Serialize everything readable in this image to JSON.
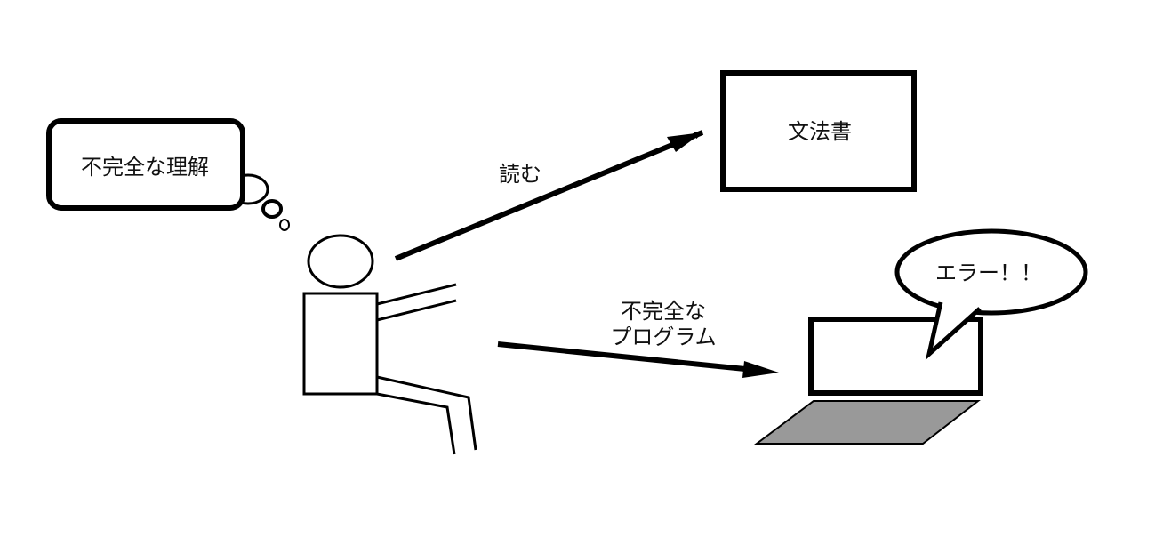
{
  "thought": {
    "text": "不完全な理解"
  },
  "reading": {
    "arrow_label": "読む"
  },
  "book": {
    "title": "文法書"
  },
  "program": {
    "label_line1": "不完全な",
    "label_line2": "プログラム"
  },
  "laptop": {
    "speech": "エラー！！"
  },
  "colors": {
    "stroke": "#000000",
    "laptop_base": "#999999",
    "background": "#ffffff"
  }
}
